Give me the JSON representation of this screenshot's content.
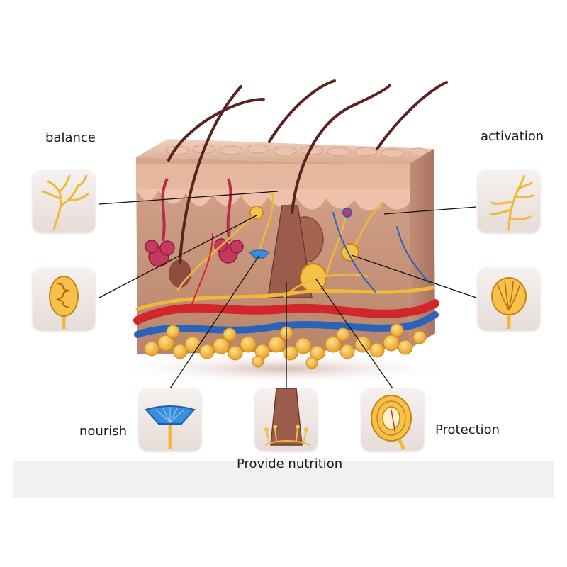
{
  "labels": {
    "balance": "balance",
    "activation": "activation",
    "nourish": "nourish",
    "provide_nutrition": "Provide nutrition",
    "protection": "Protection"
  },
  "icons": {
    "balance": "free-nerve-ending-icon",
    "activation": "ruffini-ending-icon",
    "left_middle": "meissner-corpuscle-icon",
    "right_middle": "end-bulb-icon",
    "nourish": "merkel-disc-icon",
    "provide_nutrition": "hair-follicle-nerve-icon",
    "protection": "pacinian-corpuscle-icon"
  },
  "colors": {
    "skin_surface": "#e2b69e",
    "dermis": "#c9957e",
    "artery": "#d1272b",
    "vein": "#2a63b8",
    "nerve": "#f0b93a",
    "fat": "#f3b23c",
    "hair": "#5a2320"
  }
}
